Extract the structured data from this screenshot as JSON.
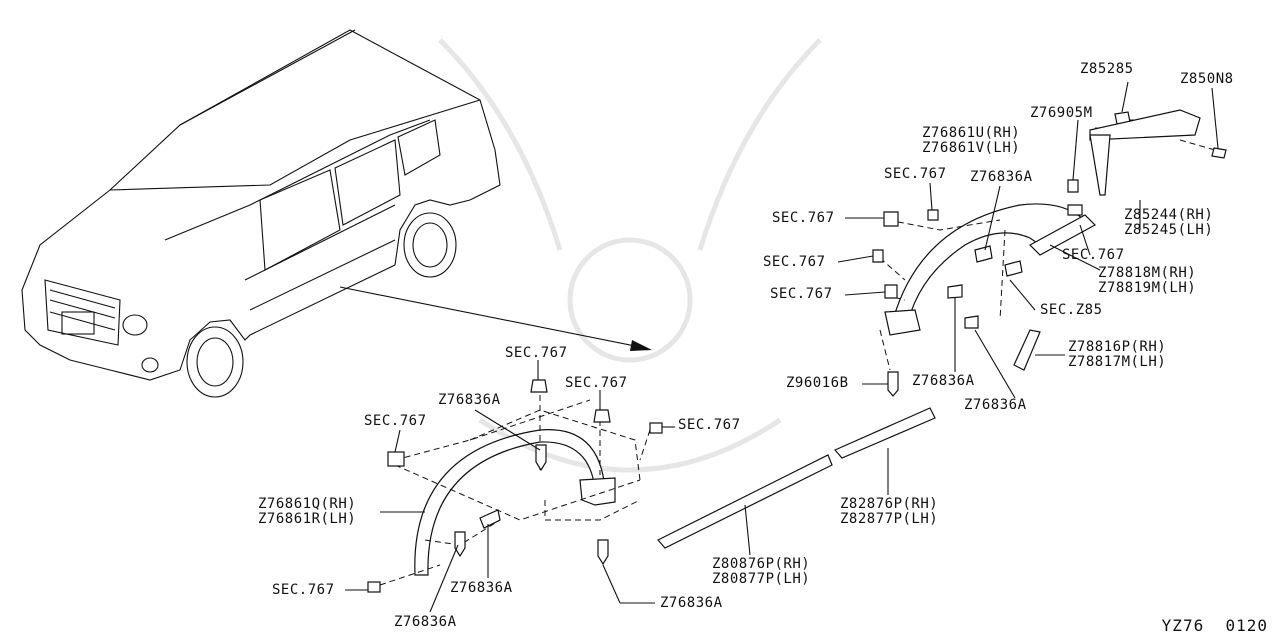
{
  "labels": {
    "z85285": "Z85285",
    "z850n8": "Z850N8",
    "z76905m": "Z76905M",
    "z76861u_v": "Z76861U(RH)\nZ76861V(LH)",
    "sec767_rt1": "SEC.767",
    "z76836a_rt1": "Z76836A",
    "sec767_rt2": "SEC.767",
    "sec767_rt3": "SEC.767",
    "sec767_rt4": "SEC.767",
    "sec767_rt5": "SEC.767",
    "z85244_5": "Z85244(RH)\nZ85245(LH)",
    "z78818_9": "Z78818M(RH)\nZ78819M(LH)",
    "secz85": "SEC.Z85",
    "z78816_7": "Z78816P(RH)\nZ78817M(LH)",
    "z96016b": "Z96016B",
    "z76836a_rt2": "Z76836A",
    "z76836a_rt3": "Z76836A",
    "sec767_l1": "SEC.767",
    "sec767_l2": "SEC.767",
    "z76836a_l1": "Z76836A",
    "sec767_l3": "SEC.767",
    "sec767_l4": "SEC.767",
    "z76861q_r": "Z76861Q(RH)\nZ76861R(LH)",
    "z82876_7": "Z82876P(RH)\nZ82877P(LH)",
    "z80876_7": "Z80876P(RH)\nZ80877P(LH)",
    "sec767_l5": "SEC.767",
    "z76836a_l2": "Z76836A",
    "z76836a_l3": "Z76836A",
    "z76836a_l4": "Z76836A"
  },
  "footer": "YZ76  0120"
}
